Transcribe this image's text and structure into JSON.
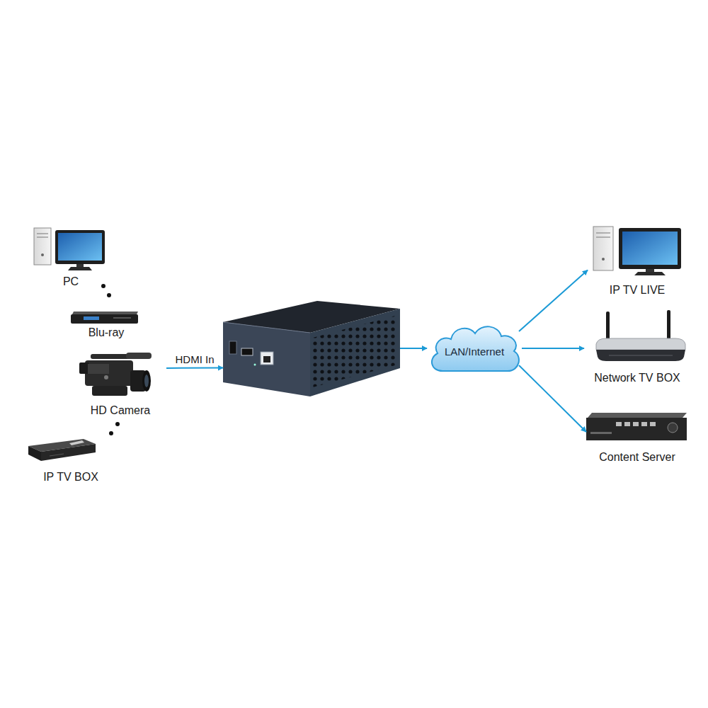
{
  "diagram": {
    "nodes": [
      {
        "text": [
          "PC"
        ]
      },
      {
        "text": [
          "Blu-ray"
        ]
      },
      {
        "text": [
          "HD Camera"
        ]
      },
      {
        "text": [
          "IP TV BOX"
        ]
      },
      {
        "text": []
      },
      {
        "text": [
          "LAN/Internet"
        ]
      },
      {
        "text": [
          "IP TV LIVE"
        ]
      },
      {
        "text": [
          "Network TV BOX"
        ]
      },
      {
        "text": [
          "Content Server"
        ]
      }
    ],
    "edges": [
      {
        "from": 2,
        "to": 4,
        "label": "HDMI In",
        "arrow": "to"
      },
      {
        "from": 4,
        "to": 5,
        "arrow": "to"
      },
      {
        "from": 5,
        "to": 6,
        "arrow": "to"
      },
      {
        "from": 5,
        "to": 7,
        "arrow": "to"
      },
      {
        "from": 5,
        "to": 8,
        "arrow": "to"
      }
    ]
  }
}
